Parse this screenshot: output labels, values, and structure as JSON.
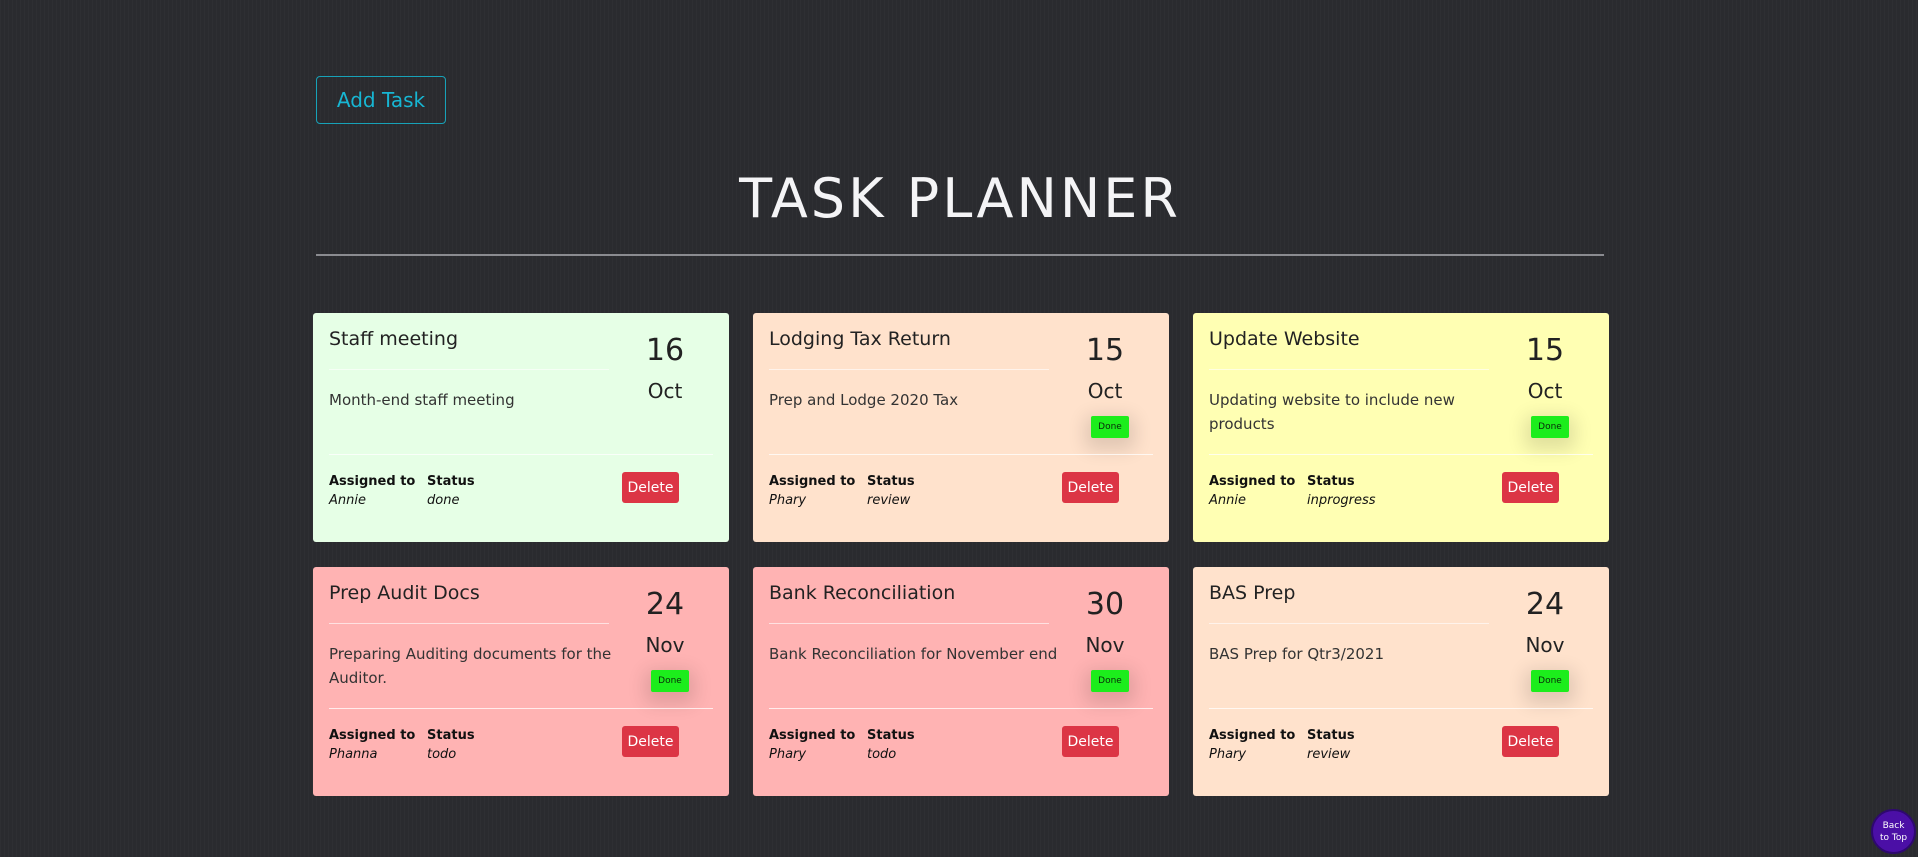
{
  "header": {
    "add_task_label": "Add Task",
    "title": "TASK PLANNER"
  },
  "labels": {
    "assigned_to": "Assigned to",
    "status": "Status",
    "delete": "Delete",
    "done": "Done"
  },
  "colors": {
    "card_green": "#e6ffe6",
    "card_peach": "#ffe2cc",
    "card_yellow": "#ffffb3",
    "card_red": "#ffb3b3",
    "done_badge": "#1ced1c",
    "delete_button": "#dc3545",
    "accent": "#17a2b8",
    "back_to_top": "#4b0fa6"
  },
  "tasks": [
    {
      "title": "Staff meeting",
      "description": "Month-end staff meeting",
      "day": "16",
      "month": "Oct",
      "assignee": "Annie",
      "status": "done",
      "show_done_button": false
    },
    {
      "title": "Lodging Tax Return",
      "description": "Prep and Lodge 2020 Tax",
      "day": "15",
      "month": "Oct",
      "assignee": "Phary",
      "status": "review",
      "show_done_button": true
    },
    {
      "title": "Update Website",
      "description": "Updating website to include new products",
      "day": "15",
      "month": "Oct",
      "assignee": "Annie",
      "status": "inprogress",
      "show_done_button": true
    },
    {
      "title": "Prep Audit Docs",
      "description": "Preparing Auditing documents for the Auditor.",
      "day": "24",
      "month": "Nov",
      "assignee": "Phanna",
      "status": "todo",
      "show_done_button": true
    },
    {
      "title": "Bank Reconciliation",
      "description": "Bank Reconciliation for November end",
      "day": "30",
      "month": "Nov",
      "assignee": "Phary",
      "status": "todo",
      "show_done_button": true
    },
    {
      "title": "BAS Prep",
      "description": "BAS Prep for Qtr3/2021",
      "day": "24",
      "month": "Nov",
      "assignee": "Phary",
      "status": "review",
      "show_done_button": true
    }
  ],
  "back_to_top": {
    "line1": "Back",
    "line2": "to Top"
  }
}
